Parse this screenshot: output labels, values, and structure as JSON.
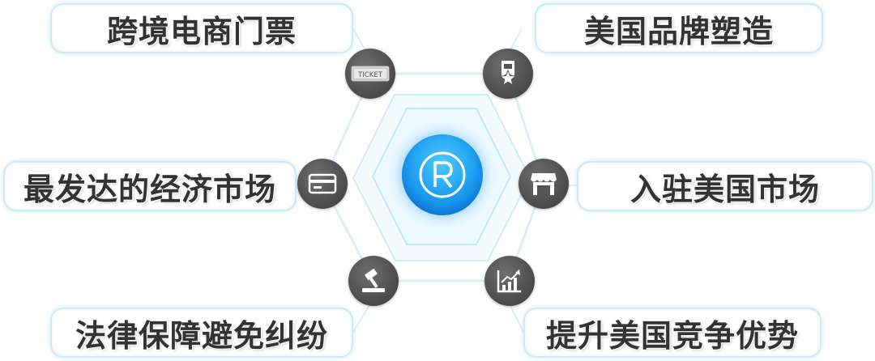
{
  "center": {
    "icon": "registered-trademark-icon",
    "color": "#1a9cf0"
  },
  "labels": {
    "top_left": "跨境电商门票",
    "top_right": "美国品牌塑造",
    "mid_left": "最发达的经济市场",
    "mid_right": "入驻美国市场",
    "bottom_left": "法律保障避免纠纷",
    "bottom_right": "提升美国竞争优势"
  },
  "icons": {
    "ticket": {
      "name": "ticket-icon",
      "text": "TICKET"
    },
    "brand": {
      "name": "star-badge-icon"
    },
    "card": {
      "name": "credit-card-icon"
    },
    "shop": {
      "name": "storefront-icon"
    },
    "legal": {
      "name": "gavel-icon"
    },
    "growth": {
      "name": "growth-chart-icon"
    }
  },
  "colors": {
    "node_fill": "#555555",
    "label_border": "#cfe9f5",
    "label_text": "#333333",
    "hex_line": "#d6eef9"
  }
}
